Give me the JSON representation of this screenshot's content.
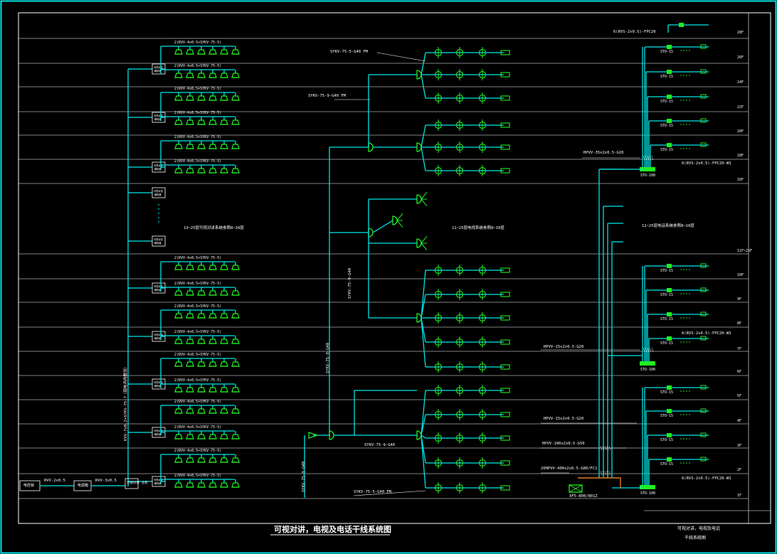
{
  "title": "可视对讲，电视及电话干线系统图",
  "title_block": {
    "line1": "可视对讲，电视及电话",
    "line2": "干线系统图"
  },
  "colors": {
    "bg": "#000000",
    "wire": "#00e5e5",
    "device": "#22ee22",
    "text": "#ffffff",
    "frame": "#00e5e5",
    "orange": "#e07a2a"
  },
  "intercom": {
    "branch_cable": "2(RVV-4x0.5+SYKV-75-5)",
    "unit_box": "可视对讲 解码器",
    "riser_label": "KVV-7x0.2+SYKV-75-7（弱电井内敷设）",
    "note": "13~25层可视对讲系统参照8~10层",
    "door_station": "电控锁",
    "power_box": "电源箱",
    "main_box": "可视对讲 主机",
    "cable_a": "RVV-2x0.5",
    "cable_b": "RVV-3x0.5"
  },
  "tv": {
    "cable_top": "SYKV-75-5-G40 FM",
    "cable_2": "SYKV-75-9-G40 FM",
    "cable_v1": "SYKV-75-9-G40",
    "cable_v2": "SYKV-75-9-G40",
    "cable_v3": "SYKV-75-9-G40",
    "cable_h": "SYKV-75-9-G40",
    "cable_bottom": "SYKV-75-5-G40 FM",
    "note": "11~25层电视系统参照8~10层"
  },
  "phone": {
    "cable_top": "6(RVS-2x0.5)-FPC20",
    "terminal": "STO-15",
    "terminal_main": "STO-100",
    "cable_h1": "HPVV-35x2x0.5-G20",
    "cable_f1": "6(RVS-2x0.5)-FPC20-WS",
    "note": "11~25层电话系统参照8~10层",
    "cable_h2": "HPVV-15x2x0.5-G20",
    "cable_f2": "6(RVS-2x0.5)-FPC20-WS",
    "cable_h3": "HPVV-15x2x0.5-G20",
    "cable_h4": "HPVV-100x2x0.5-G50",
    "cable_h5": "20HPVV-400x2x0.5-G80/FC1",
    "cable_f3": "6(RVS-2x0.5)-FPC20-WS",
    "mdf": "XF5-800/801Z"
  },
  "floors": [
    "28F",
    "26F",
    "24F",
    "22F",
    "20F",
    "18F",
    "16F",
    "11F~25F",
    "10F",
    "9F",
    "8F",
    "7F",
    "6F",
    "5F",
    "4F",
    "3F",
    "2F",
    "1F"
  ]
}
